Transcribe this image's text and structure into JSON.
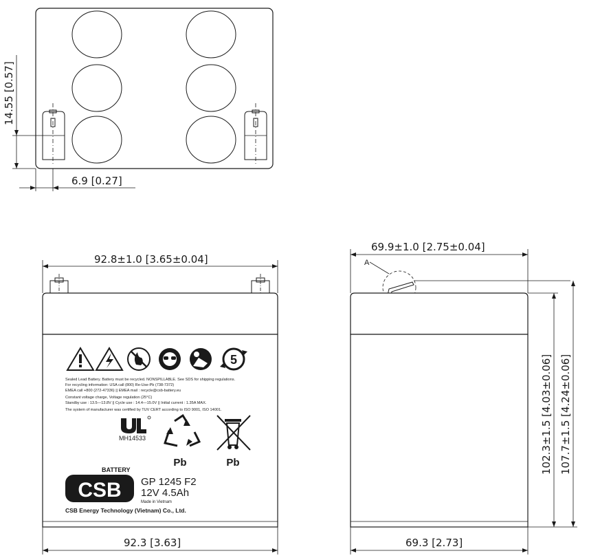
{
  "top_view": {
    "dim_height": "14.55 [0.57]",
    "dim_offset": "6.9  [0.27]"
  },
  "front_view": {
    "dim_top_width": "92.8±1.0  [3.65±0.04]",
    "dim_bottom_width": "92.3  [3.63]",
    "warning_text": [
      "Sealed Lead Battery. Battery must be recycled. NONSPILLABLE. See SDS for shipping regulations.",
      "For recycling information: USA call (800) Re-Use-Pb (738-7372)",
      "EMEA call +800 (272-47336)  ||  EMEA mail : recycle@csb-battery.eu",
      "Constant voltage charge, Voltage regulation (25°C)",
      "Standby use : 13.5—13.8V  ||  Cycle use : 14.4—15.0V  ||  Initial current : 1.35A MAX.",
      "The system of manufacturer was certified by TUV CERT according to ISO 9001, ISO 14001."
    ],
    "ul_mark": "MH14533",
    "recycle_label": "Pb",
    "bin_label": "Pb",
    "brand_battery": "BATTERY",
    "brand_logo_text": "CSB",
    "model": "GP 1245 F2",
    "rating": "12V 4.5Ah",
    "made_in": "Made in Vietnam",
    "company": "CSB Energy Technology (Vietnam) Co., Ltd.",
    "cycle_number": "5"
  },
  "side_view": {
    "dim_top_width": "69.9±1.0  [2.75±0.04]",
    "dim_bottom_width": "69.3  [2.73]",
    "dim_height_inner": "102.3±1.5  [4.03±0.06]",
    "dim_height_outer": "107.7±1.5  [4.24±0.06]",
    "detail_label": "A"
  }
}
